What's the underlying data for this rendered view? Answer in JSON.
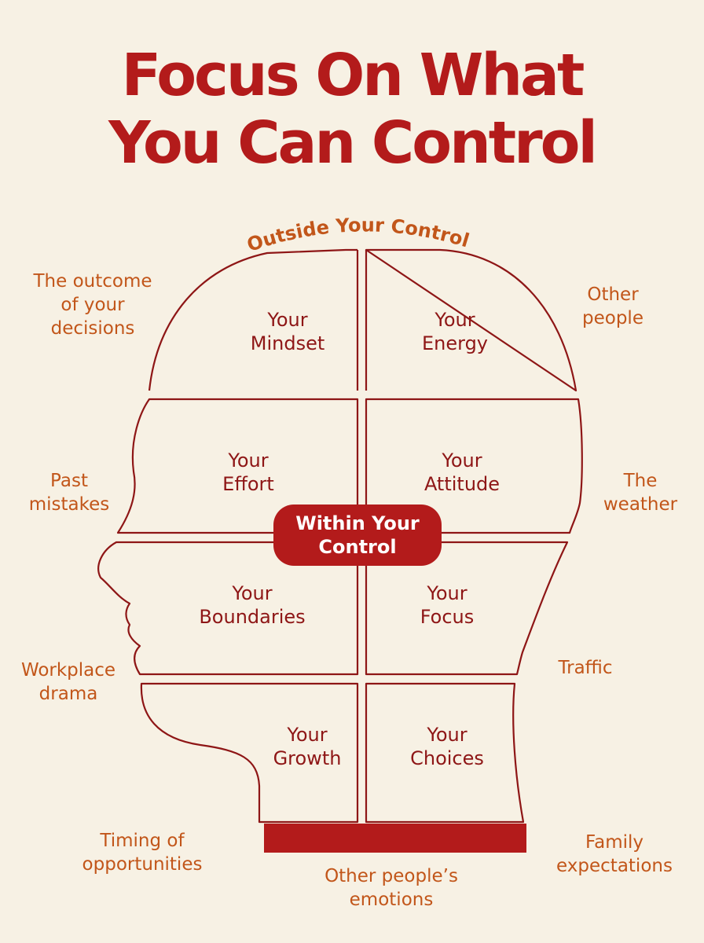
{
  "title": {
    "line1": "Focus On What",
    "line2": "You Can Control"
  },
  "outside_heading": "Outside Your Control",
  "center_badge": {
    "line1": "Within Your",
    "line2": "Control"
  },
  "within_control": [
    {
      "line1": "Your",
      "line2": "Mindset"
    },
    {
      "line1": "Your",
      "line2": "Energy"
    },
    {
      "line1": "Your",
      "line2": "Effort"
    },
    {
      "line1": "Your",
      "line2": "Attitude"
    },
    {
      "line1": "Your",
      "line2": "Boundaries"
    },
    {
      "line1": "Your",
      "line2": "Focus"
    },
    {
      "line1": "Your",
      "line2": "Growth"
    },
    {
      "line1": "Your",
      "line2": "Choices"
    }
  ],
  "outside_control": {
    "outcome": [
      "The outcome",
      "of your",
      "decisions"
    ],
    "other_people": [
      "Other",
      "people"
    ],
    "past_mistakes": [
      "Past",
      "mistakes"
    ],
    "weather": [
      "The",
      "weather"
    ],
    "workplace_drama": [
      "Workplace",
      "drama"
    ],
    "traffic": [
      "Traffic"
    ],
    "timing": [
      "Timing of",
      "opportunities"
    ],
    "family": [
      "Family",
      "expectations"
    ],
    "emotions": [
      "Other people’s",
      "emotions"
    ]
  },
  "colors": {
    "background": "#f7f1e4",
    "title": "#b31b1b",
    "outline": "#8e1616",
    "outside_text": "#c2561a",
    "badge": "#b31b1b"
  }
}
